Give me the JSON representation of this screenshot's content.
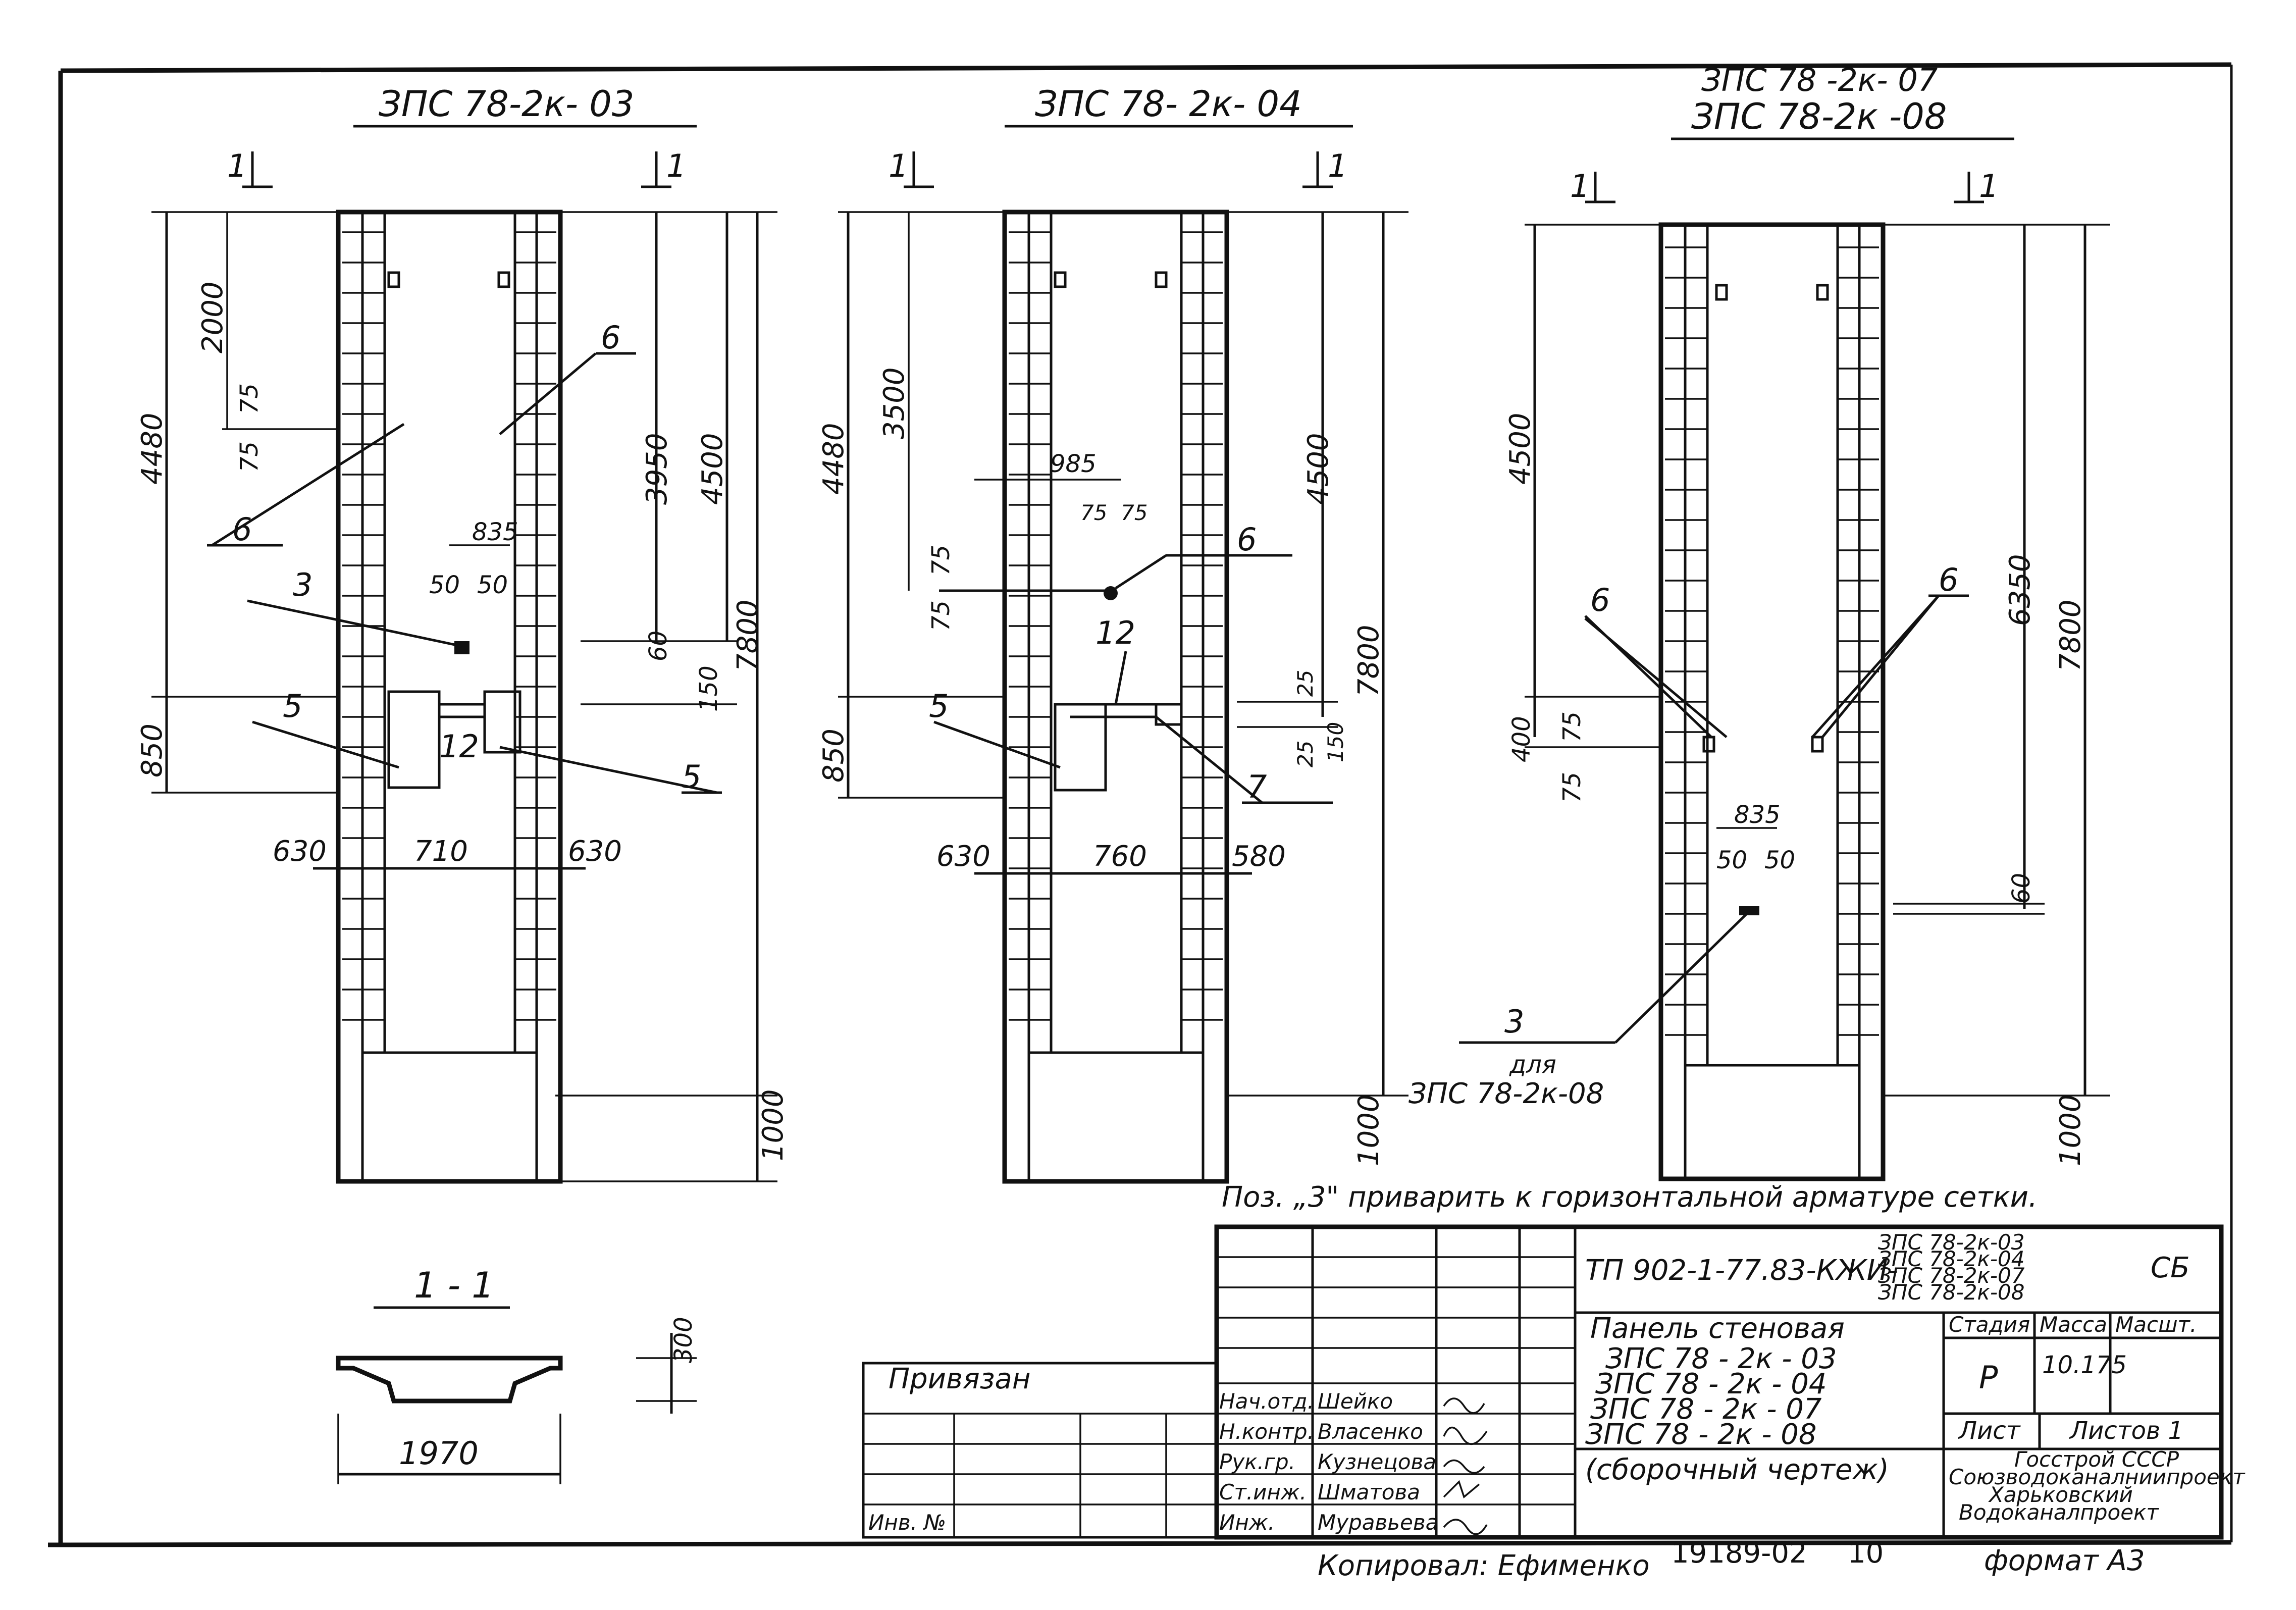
{
  "views": [
    {
      "titles": [
        "ЗПС 78-2к- 03"
      ],
      "section_left": "1",
      "section_right": "1",
      "dims": {
        "d4480": "4480",
        "d2000": "2000",
        "d75a": "75",
        "d75b": "75",
        "d850": "850",
        "d3950": "3950",
        "d4500": "4500",
        "d7800": "7800",
        "d60": "60",
        "d150": "150",
        "d835": "835",
        "d50a": "50",
        "d50b": "50",
        "d630a": "630",
        "d710": "710",
        "d630b": "630",
        "d1000": "1000"
      },
      "callouts": {
        "c6a": "6",
        "c6b": "6",
        "c3": "3",
        "c5a": "5",
        "c5b": "5",
        "c12": "12"
      }
    },
    {
      "titles": [
        "ЗПС 78- 2к- 04"
      ],
      "section_left": "1",
      "section_right": "1",
      "dims": {
        "d4480": "4480",
        "d3500": "3500",
        "d985": "985",
        "d75a": "75",
        "d75b": "75",
        "d75c": "75",
        "d75d": "75",
        "d4500": "4500",
        "d7800": "7800",
        "d25a": "25",
        "d25b": "25",
        "d150": "150",
        "d850": "850",
        "d630": "630",
        "d760": "760",
        "d580": "580",
        "d1000": "1000"
      },
      "callouts": {
        "c6": "6",
        "c12": "12",
        "c5": "5",
        "c7": "7"
      }
    },
    {
      "titles": [
        "ЗПС 78 -2к- 07",
        "ЗПС 78-2к -08"
      ],
      "section_left": "1",
      "section_right": "1",
      "dims": {
        "d4500": "4500",
        "d6350": "6350",
        "d7800": "7800",
        "d400": "400",
        "d75a": "75",
        "d75b": "75",
        "d835": "835",
        "d50a": "50",
        "d50b": "50",
        "d60": "60",
        "d1000": "1000"
      },
      "callouts": {
        "c6a": "6",
        "c6b": "6",
        "c3": "3",
        "c3note": "для",
        "c3note2": "ЗПС 78-2к-08"
      }
    }
  ],
  "note": "Поз. „3\" приварить к горизонтальной арматуре сетки.",
  "section": {
    "title": "1 - 1",
    "width": "1970",
    "height": "300"
  },
  "stamp": {
    "doc_code": "ТП 902-1-77.83-КЖИ-",
    "doc_marks": [
      "ЗПС 78-2к-03",
      "ЗПС 78-2к-04",
      "ЗПС 78-2к-07",
      "ЗПС 78-2к-08"
    ],
    "doc_type": "СБ",
    "product": [
      "Панель стеновая",
      "ЗПС 78 - 2к - 03",
      "ЗПС 78 - 2к - 04",
      "ЗПС 78 - 2к - 07",
      "ЗПС 78 - 2к - 08"
    ],
    "product_sub": "(сборочный чертеж)",
    "h_stage": "Стадия",
    "h_mass": "Масса",
    "h_scale": "Масшт.",
    "stage": "Р",
    "mass": "10.175",
    "sheet": "Лист",
    "sheets": "Листов 1",
    "org": [
      "Госстрой СССР",
      "Союзводоканалниипроект",
      "Харьковский",
      "Водоканалпроект"
    ],
    "roles": [
      "Нач.отд.",
      "Н.контр.",
      "Рук.гр.",
      "Ст.инж.",
      "Инж."
    ],
    "names": [
      "Шейко",
      "Власенко",
      "Кузнецова",
      "Шматова",
      "Муравьева"
    ],
    "bound": "Привязан",
    "inv": "Инв. №"
  },
  "footer": {
    "copied": "Копировал: Ефименко",
    "num": "19189-02",
    "page": "10",
    "format": "формат А3"
  }
}
